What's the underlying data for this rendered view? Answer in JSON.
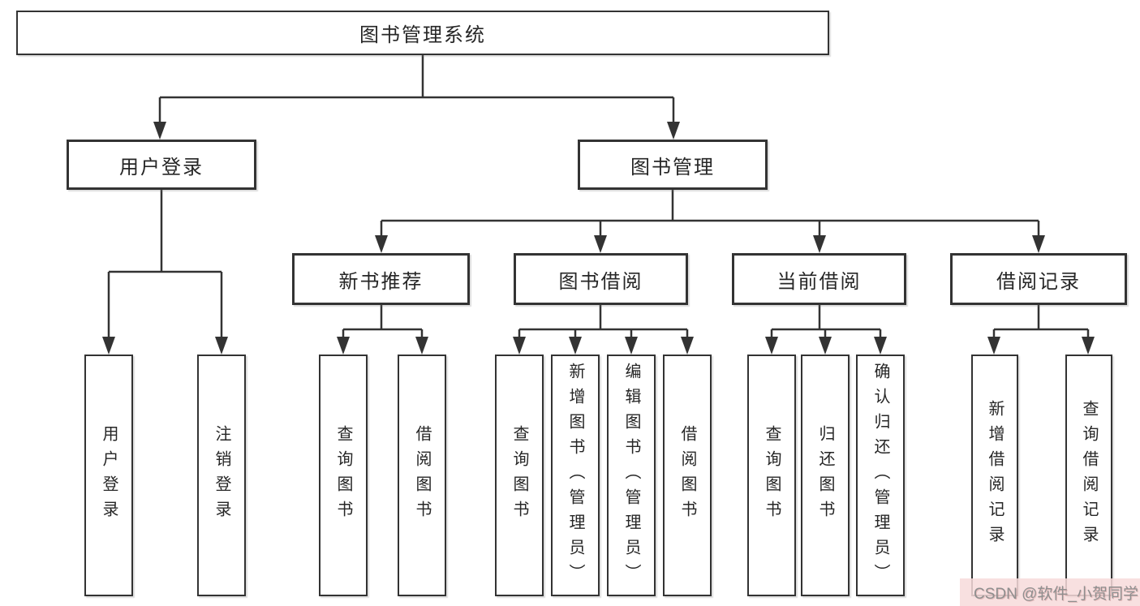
{
  "diagram": {
    "root_label": "图书管理系统",
    "branches": [
      {
        "label": "用户登录",
        "children": [
          "用户登录",
          "注销登录"
        ]
      },
      {
        "label": "图书管理",
        "groups": [
          {
            "label": "新书推荐",
            "children": [
              "查询图书",
              "借阅图书"
            ]
          },
          {
            "label": "图书借阅",
            "children": [
              "查询图书",
              "新增图书（管理员）",
              "编辑图书（管理员）",
              "借阅图书"
            ]
          },
          {
            "label": "当前借阅",
            "children": [
              "查询图书",
              "归还图书",
              "确认归还（管理员）"
            ]
          },
          {
            "label": "借阅记录",
            "children": [
              "新增借阅记录",
              "查询借阅记录"
            ]
          }
        ]
      }
    ]
  },
  "watermark": {
    "text": "CSDN @软件_小贺同学"
  },
  "colors": {
    "line": "#333333",
    "box_border": "#333333",
    "text": "#262626",
    "watermark_text": "#8f8f8f",
    "watermark_bg": "#f7dada",
    "background": "#ffffff"
  }
}
